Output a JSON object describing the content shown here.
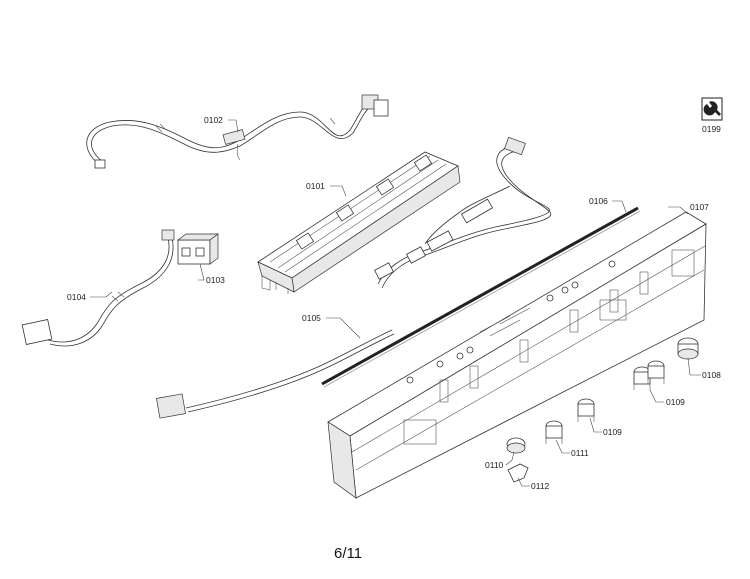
{
  "diagram": {
    "page_number": "6/11",
    "parts": [
      {
        "id": "p0101",
        "label": "0101"
      },
      {
        "id": "p0102",
        "label": "0102"
      },
      {
        "id": "p0103",
        "label": "0103"
      },
      {
        "id": "p0104",
        "label": "0104"
      },
      {
        "id": "p0105",
        "label": "0105"
      },
      {
        "id": "p0106",
        "label": "0106"
      },
      {
        "id": "p0107",
        "label": "0107"
      },
      {
        "id": "p0108",
        "label": "0108"
      },
      {
        "id": "p0109a",
        "label": "0109"
      },
      {
        "id": "p0109b",
        "label": "0109"
      },
      {
        "id": "p0110",
        "label": "0110"
      },
      {
        "id": "p0111",
        "label": "0111"
      },
      {
        "id": "p0112",
        "label": "0112"
      },
      {
        "id": "p0199",
        "label": "0199"
      }
    ],
    "icons": {
      "service_tool": "service-wrench-icon"
    }
  }
}
